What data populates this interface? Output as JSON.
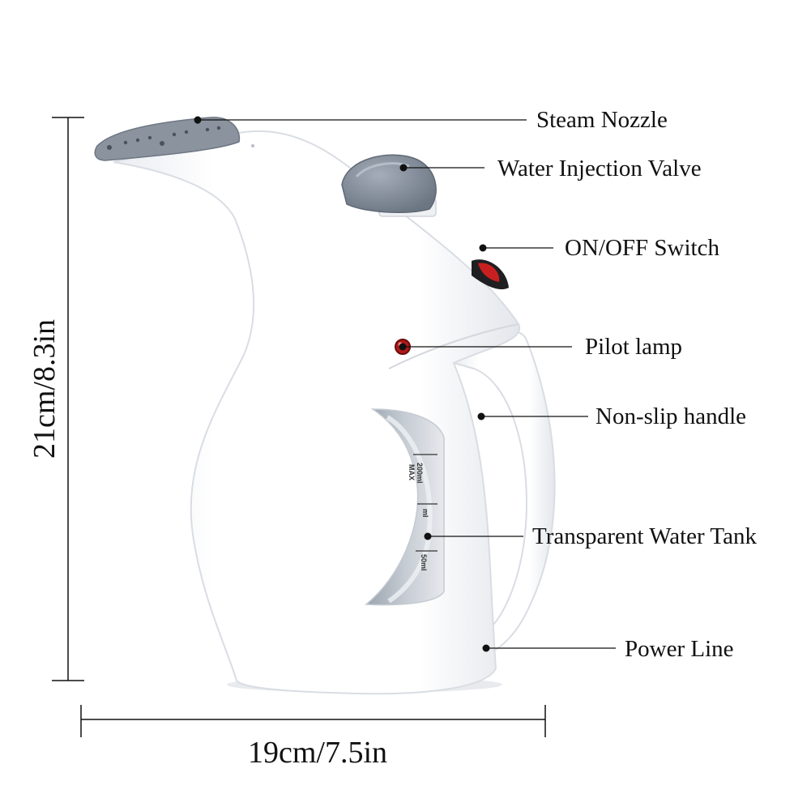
{
  "callouts": [
    {
      "id": "steam-nozzle",
      "label": "Steam Nozzle"
    },
    {
      "id": "water-injection-valve",
      "label": "Water Injection Valve"
    },
    {
      "id": "on-off-switch",
      "label": "ON/OFF Switch"
    },
    {
      "id": "pilot-lamp",
      "label": "Pilot lamp"
    },
    {
      "id": "non-slip-handle",
      "label": "Non-slip handle"
    },
    {
      "id": "transparent-water-tank",
      "label": "Transparent Water Tank"
    },
    {
      "id": "power-line",
      "label": "Power Line"
    }
  ],
  "dimensions": {
    "height_label": "21cm/8.3in",
    "width_label": "19cm/7.5in"
  },
  "tank_markings": {
    "max_top": "200ml",
    "max_bottom": "MAX",
    "mid": "ml",
    "min": "50ml"
  },
  "colors": {
    "body": "#ffffff",
    "accent_gray": "#808a96",
    "lamp_red": "#b01818",
    "switch_red": "#c82020",
    "line": "#111111"
  }
}
